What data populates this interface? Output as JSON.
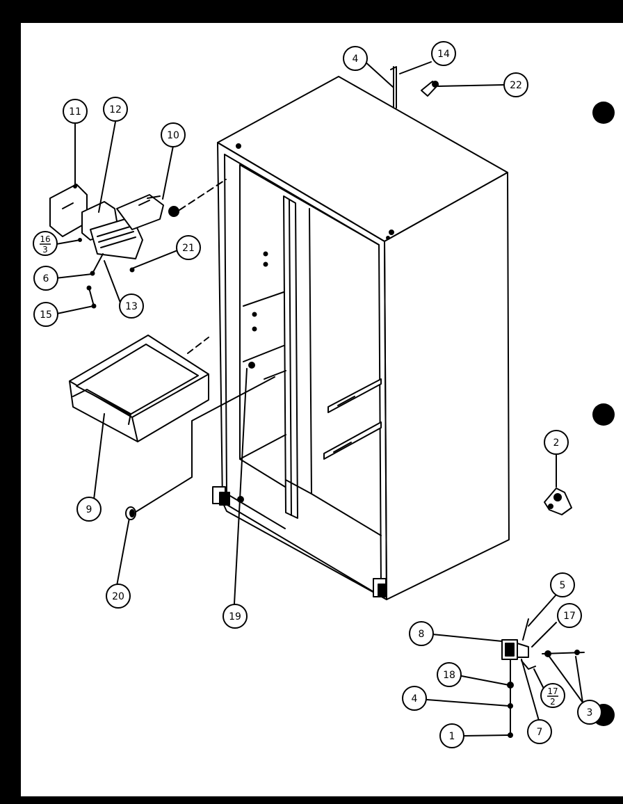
{
  "diagram": {
    "colors": {
      "paper": "#ffffff",
      "ink": "#000000",
      "border": "#000000"
    },
    "callouts": [
      {
        "id": "c4-top",
        "label": "4"
      },
      {
        "id": "c14",
        "label": "14"
      },
      {
        "id": "c22",
        "label": "22"
      },
      {
        "id": "c11",
        "label": "11"
      },
      {
        "id": "c12",
        "label": "12"
      },
      {
        "id": "c10",
        "label": "10"
      },
      {
        "id": "c16-left",
        "label": "16"
      },
      {
        "id": "c16-left-sub",
        "label": "3"
      },
      {
        "id": "c21",
        "label": "21"
      },
      {
        "id": "c6",
        "label": "6"
      },
      {
        "id": "c13",
        "label": "13"
      },
      {
        "id": "c15",
        "label": "15"
      },
      {
        "id": "c9",
        "label": "9"
      },
      {
        "id": "c20",
        "label": "20"
      },
      {
        "id": "c19",
        "label": "19"
      },
      {
        "id": "c2",
        "label": "2"
      },
      {
        "id": "c5",
        "label": "5"
      },
      {
        "id": "c8",
        "label": "8"
      },
      {
        "id": "c17",
        "label": "17"
      },
      {
        "id": "c18",
        "label": "18"
      },
      {
        "id": "c4-bottom",
        "label": "4"
      },
      {
        "id": "c17-2",
        "label": "17"
      },
      {
        "id": "c17-2-sub",
        "label": "2"
      },
      {
        "id": "c3",
        "label": "3"
      },
      {
        "id": "c1",
        "label": "1"
      },
      {
        "id": "c7",
        "label": "7"
      }
    ]
  }
}
